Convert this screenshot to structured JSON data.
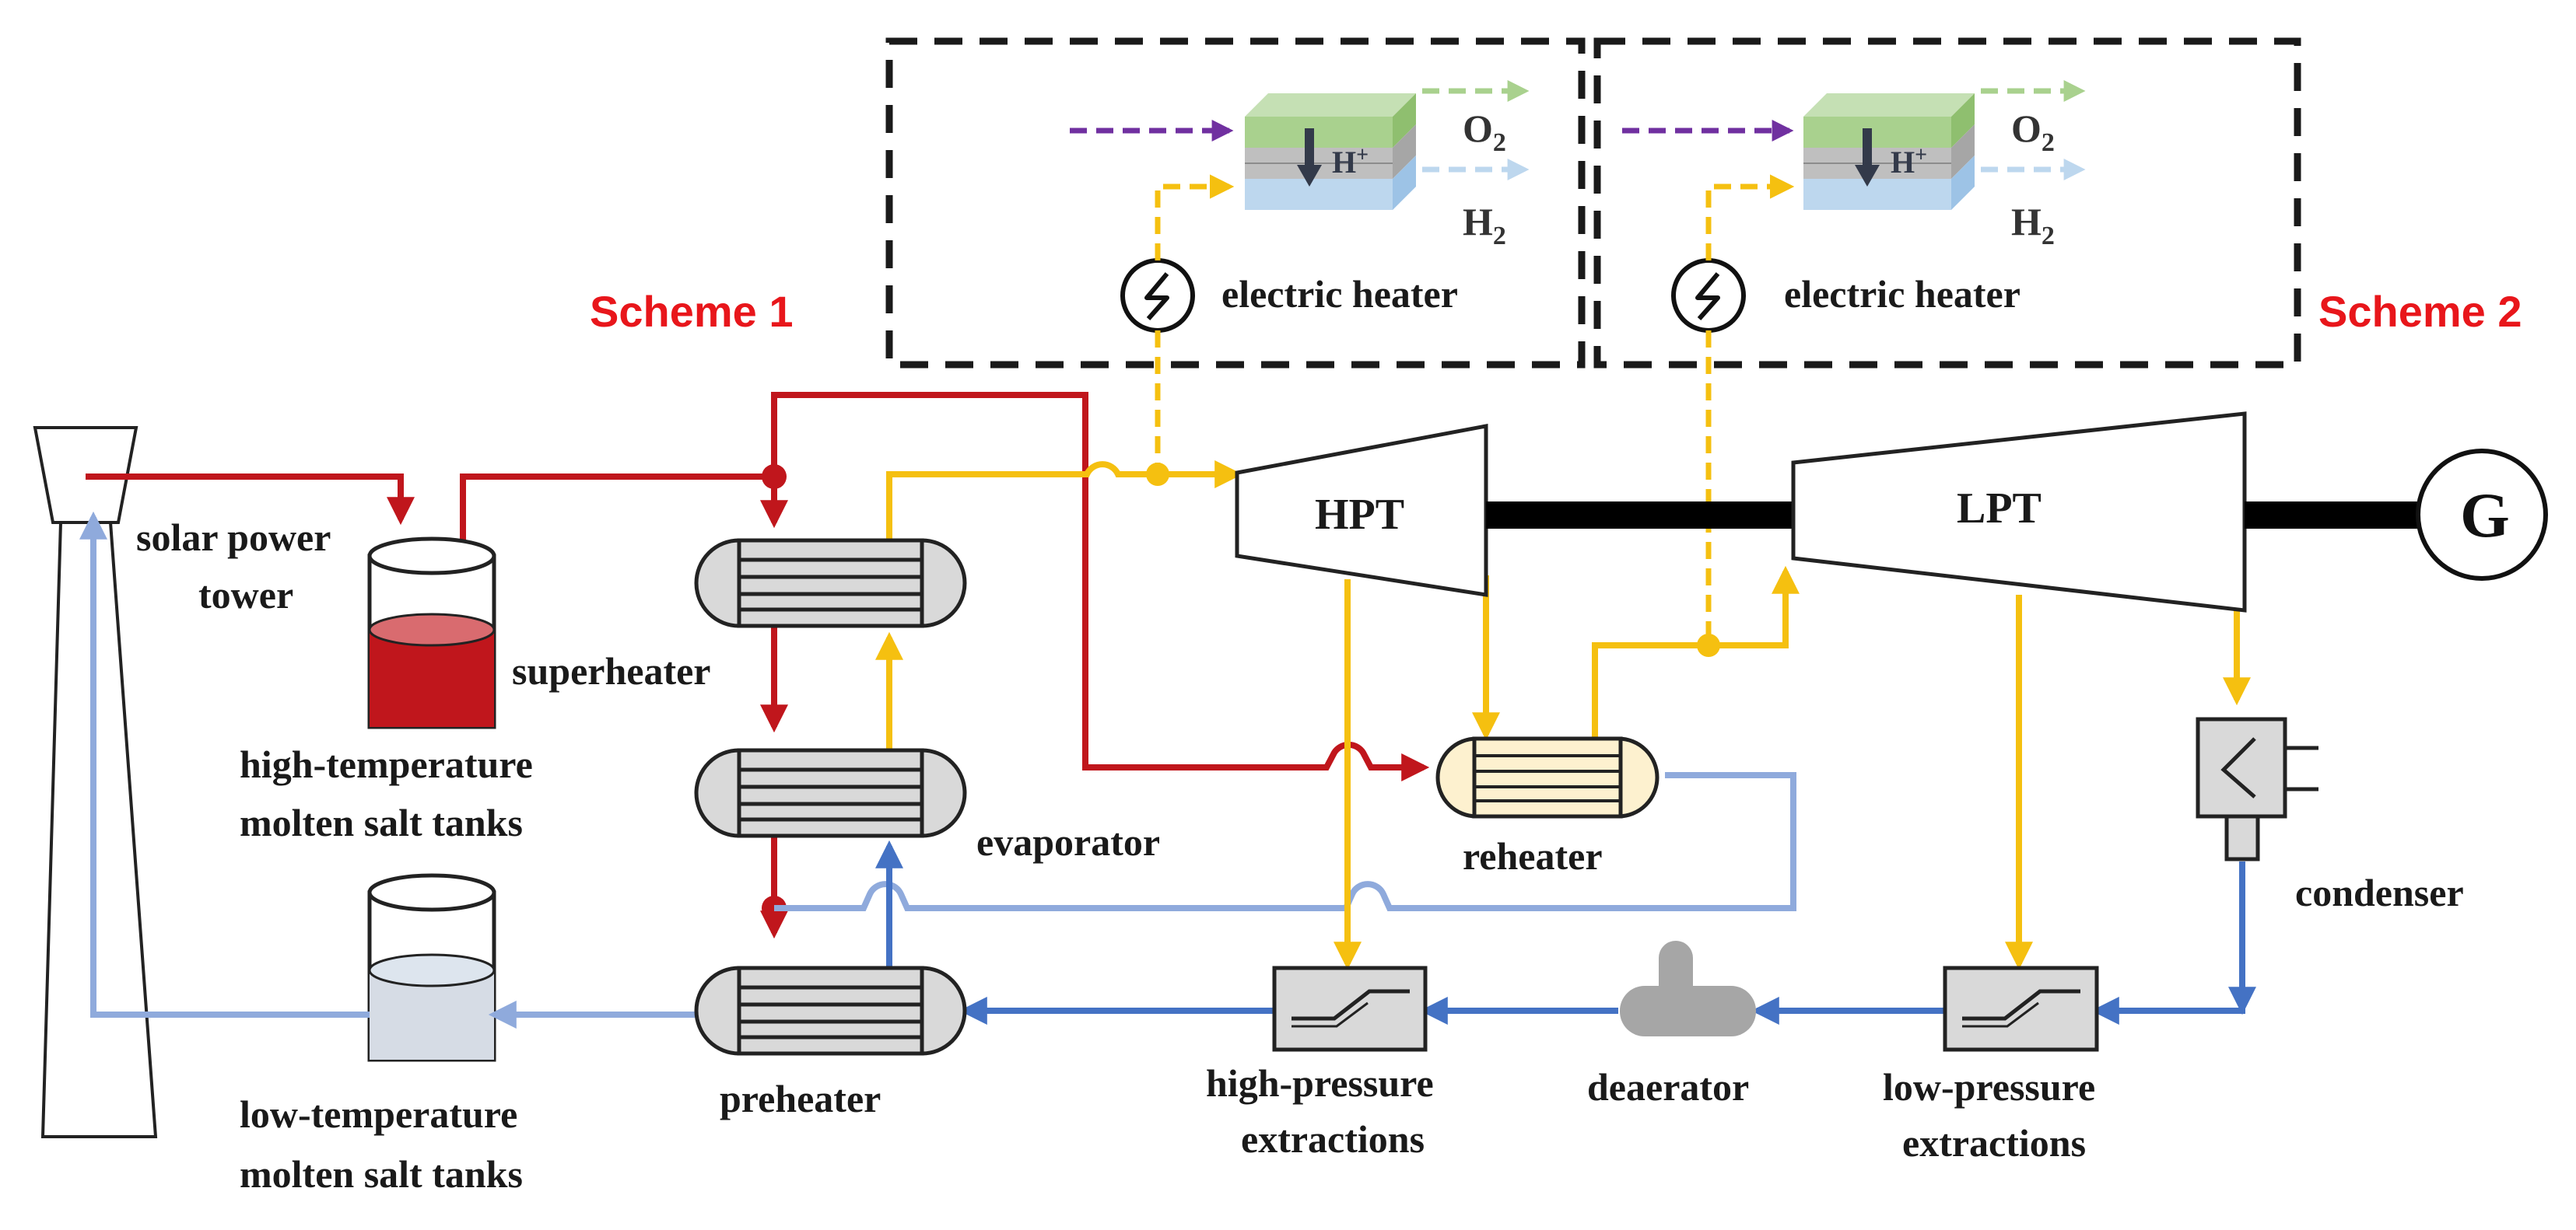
{
  "labels": {
    "scheme1": "Scheme 1",
    "scheme2": "Scheme 2",
    "heater1": "electric heater",
    "heater2": "electric heater",
    "o2_1_main": "O",
    "o2_1_sub": "2",
    "h2_1_main": "H",
    "h2_1_sub": "2",
    "o2_2_main": "O",
    "o2_2_sub": "2",
    "h2_2_main": "H",
    "h2_2_sub": "2",
    "hplus1_main": "H",
    "hplus1_sup": "+",
    "hplus2_main": "H",
    "hplus2_sup": "+",
    "hpt": "HPT",
    "lpt": "LPT",
    "generator": "G",
    "tower_line1": "solar power",
    "tower_line2": "tower",
    "superheater": "superheater",
    "evaporator": "evaporator",
    "preheater": "preheater",
    "reheater": "reheater",
    "ht_tanks_line1": "high-temperature",
    "ht_tanks_line2": "molten salt tanks",
    "lt_tanks_line1": "low-temperature",
    "lt_tanks_line2": "molten salt tanks",
    "hp_ext_line1": "high-pressure",
    "hp_ext_line2": "extractions",
    "deaerator": "deaerator",
    "lp_ext_line1": "low-pressure",
    "lp_ext_line2": "extractions",
    "condenser": "condenser"
  },
  "colors": {
    "molten_salt_hot": "#c0161c",
    "steam": "#f5c010",
    "water": "#4472c4",
    "salt_cold": "#8faadc",
    "scheme_text": "#e8161b",
    "box_dash": "#1a1a1a",
    "heat_exchanger_fill": "#d9d9d9",
    "reheater_fill": "#fdf1cf",
    "purple_feed": "#7030a0",
    "o2_layer": "#a9d18e",
    "h2_layer": "#bdd7ee"
  }
}
